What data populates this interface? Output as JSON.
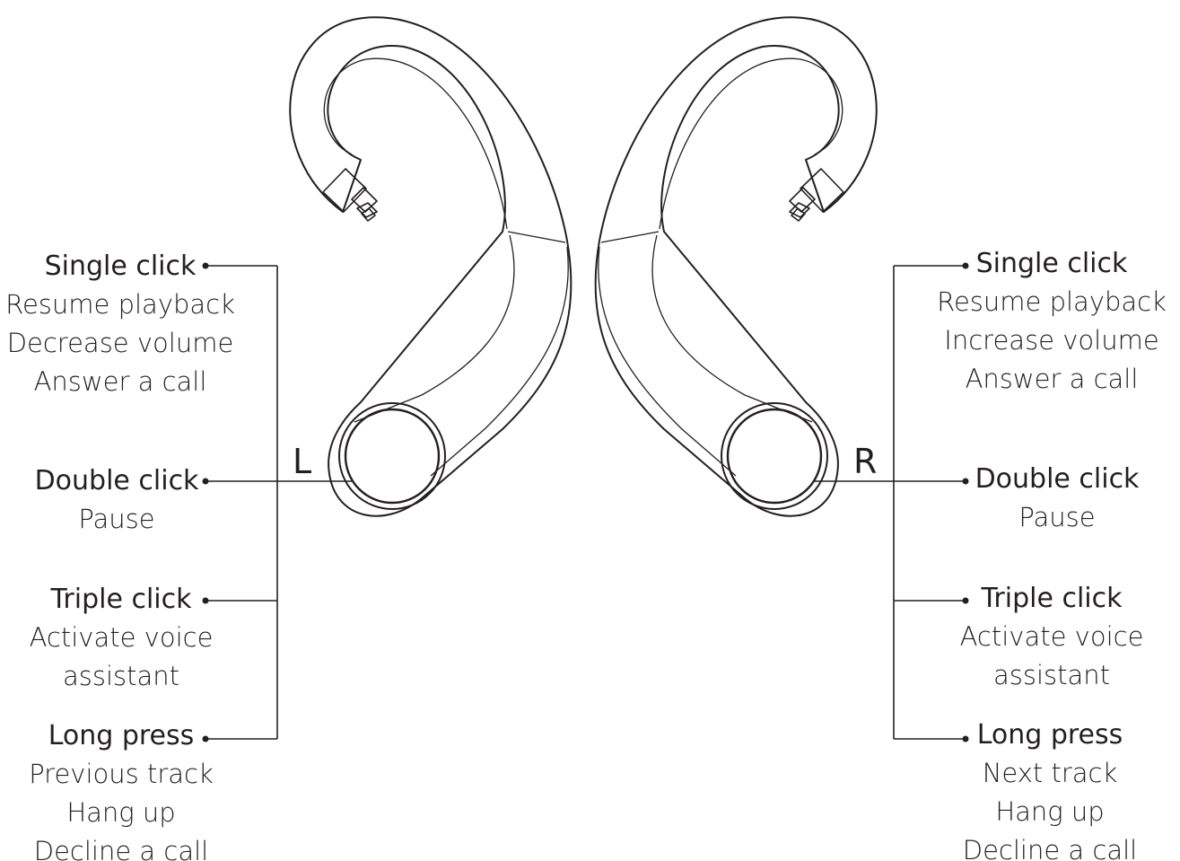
{
  "left": {
    "letter": "L",
    "groups": [
      {
        "title": "Single click",
        "actions": [
          "Resume playback",
          "Decrease volume",
          "Answer a call"
        ]
      },
      {
        "title": "Double click",
        "actions": [
          "Pause"
        ]
      },
      {
        "title": "Triple click",
        "actions": [
          "Activate voice",
          "assistant"
        ]
      },
      {
        "title": "Long press",
        "actions": [
          "Previous track",
          "Hang up",
          "Decline a call"
        ]
      }
    ]
  },
  "right": {
    "letter": "R",
    "groups": [
      {
        "title": "Single click",
        "actions": [
          "Resume playback",
          "Increase volume",
          "Answer a call"
        ]
      },
      {
        "title": "Double click",
        "actions": [
          "Pause"
        ]
      },
      {
        "title": "Triple click",
        "actions": [
          "Activate voice",
          "assistant"
        ]
      },
      {
        "title": "Long press",
        "actions": [
          "Next track",
          "Hang up",
          "Decline a call"
        ]
      }
    ]
  },
  "colors": {
    "line": "#231f20",
    "text": "#231f20",
    "background": "#ffffff"
  }
}
